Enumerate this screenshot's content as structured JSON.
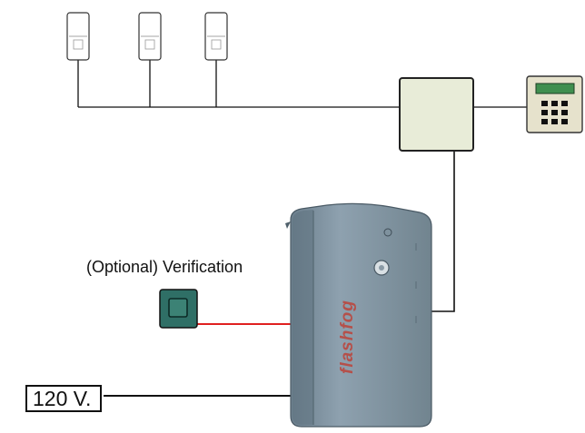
{
  "labels": {
    "verification": "(Optional) Verification",
    "voltage": "120 V."
  },
  "brand": {
    "logo_text": "flashfog"
  },
  "components": {
    "detectors": {
      "count": 3,
      "icon": "motion-sensor-icon"
    },
    "control_panel": {
      "icon": "alarm-panel-box"
    },
    "keypad": {
      "icon": "keypad-icon",
      "keys": 9
    },
    "verification_button": {
      "icon": "push-button-icon"
    },
    "fog_generator": {
      "icon": "fog-generator-cabinet"
    }
  },
  "colors": {
    "wire": "#111111",
    "verification_wire": "#e02020",
    "panel_fill": "#e8ecd8",
    "keypad_fill": "#e6e2cc",
    "keypad_screen": "#3f8f4f",
    "button_fill": "#2f6f66",
    "cabinet_fill": "#7a8f9e",
    "logo": "#b5504a"
  }
}
